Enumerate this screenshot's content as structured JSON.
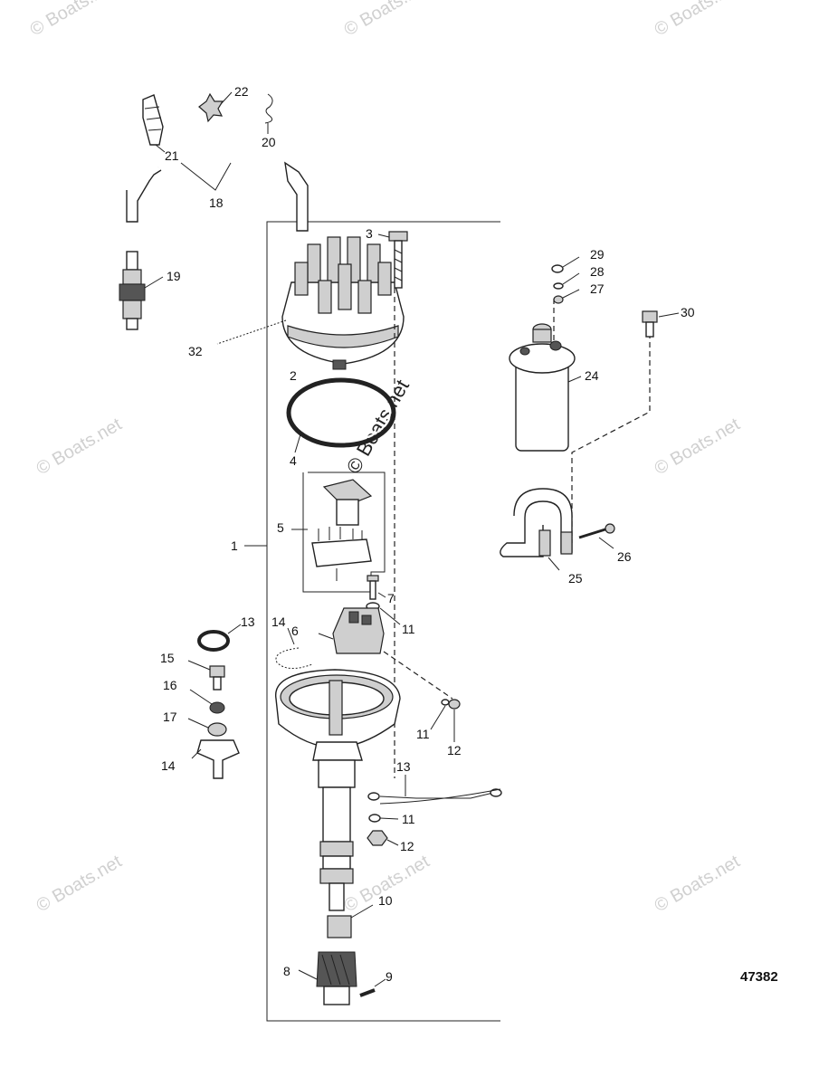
{
  "figure_number": "47382",
  "watermarks": {
    "corner": "© Boats.net",
    "center": "© Boats.net"
  },
  "callouts": {
    "c1": "1",
    "c2": "2",
    "c3": "3",
    "c4": "4",
    "c5": "5",
    "c6": "6",
    "c7": "7",
    "c8": "8",
    "c9": "9",
    "c10": "10",
    "c11a": "11",
    "c11b": "11",
    "c11c": "11",
    "c12a": "12",
    "c12b": "12",
    "c13a": "13",
    "c13b": "13",
    "c14a": "14",
    "c14b": "14",
    "c15": "15",
    "c16": "16",
    "c17": "17",
    "c18": "18",
    "c19": "19",
    "c20": "20",
    "c21": "21",
    "c22": "22",
    "c24": "24",
    "c25": "25",
    "c26": "26",
    "c27": "27",
    "c28": "28",
    "c29": "29",
    "c30": "30",
    "c32": "32"
  }
}
